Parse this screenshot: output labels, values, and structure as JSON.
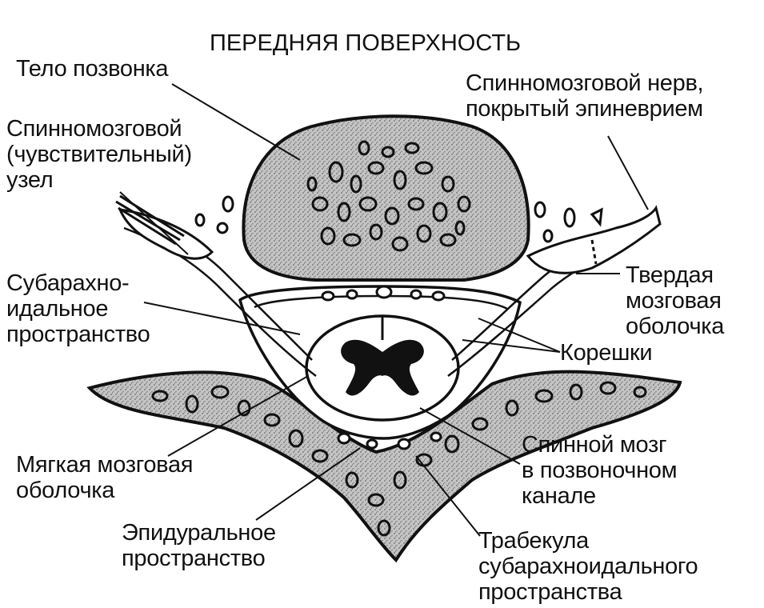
{
  "title": "ПЕРЕДНЯЯ ПОВЕРХНОСТЬ",
  "labels": {
    "vertebral_body": "Тело позвонка",
    "spinal_nerve_1": "Спинномозговой нерв,",
    "spinal_nerve_2": "покрытый эпиневрием",
    "ganglion_1": "Спинномозговой",
    "ganglion_2": "(чувствительный)",
    "ganglion_3": "узел",
    "subarachnoid_1": "Субарахно-",
    "subarachnoid_2": "идальное",
    "subarachnoid_3": "пространство",
    "dura_1": "Твердая",
    "dura_2": "мозговая",
    "dura_3": "оболочка",
    "roots": "Корешки",
    "pia_1": "Мягкая мозговая",
    "pia_2": "оболочка",
    "cord_1": "Спинной мозг",
    "cord_2": "в позвоночном",
    "cord_3": "канале",
    "epidural_1": "Эпидуральное",
    "epidural_2": "пространство",
    "trabecula_1": "Трабекула",
    "trabecula_2": "субарахноидального",
    "trabecula_3": "пространства"
  },
  "colors": {
    "ink": "#111111",
    "bone_fill": "#b9b9b9",
    "background": "#ffffff",
    "gray_matter": "#111111"
  }
}
